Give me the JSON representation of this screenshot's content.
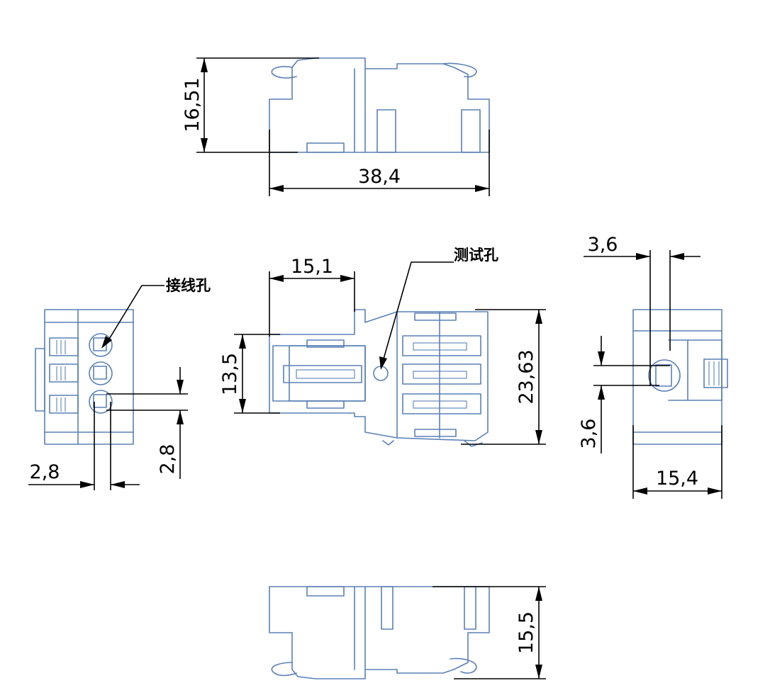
{
  "dimensions": {
    "top_height": "16,51",
    "top_width": "38,4",
    "front_left_width": "15,1",
    "front_slot_height": "13,5",
    "front_total_height": "23,63",
    "left_hole_h": "2,8",
    "left_hole_v": "2,8",
    "side_top": "3,6",
    "side_left": "3,6",
    "side_width": "15,4",
    "bottom_height": "15,5"
  },
  "callouts": {
    "wire_hole": "接线孔",
    "test_hole": "测试孔"
  },
  "colors": {
    "part_stroke": "#5a80b6",
    "dimension_stroke": "#000000",
    "background": "#ffffff"
  }
}
